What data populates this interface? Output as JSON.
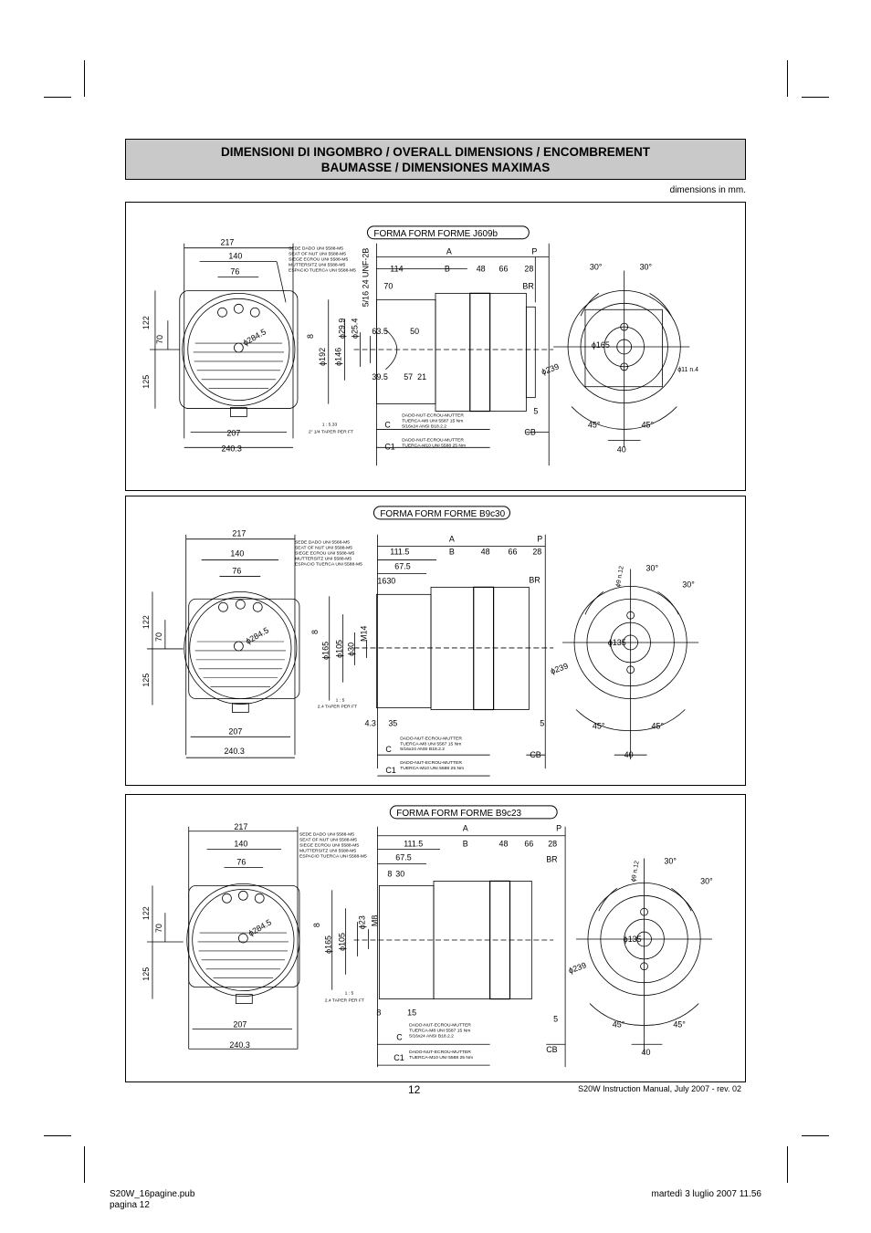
{
  "header": {
    "line1": "DIMENSIONI DI INGOMBRO / OVERALL DIMENSIONS / ENCOMBREMENT",
    "line2": "BAUMASSE / DIMENSIONES MAXIMAS"
  },
  "units_note": "dimensions in mm.",
  "panels": [
    {
      "form": "FORMA  FORM  FORME  J609b",
      "front": {
        "d217": "217",
        "d140": "140",
        "d76": "76",
        "d122": "122",
        "d70": "70",
        "d125": "125",
        "d207": "207",
        "d2403": "240.3",
        "phi2845": "ϕ284.5"
      },
      "nut_note": [
        "SEDE DADO UNI 5588-M5",
        "SEAT OF NUT UNI 5588-M5",
        "SIEGE ECROU UNI 5588-M5",
        "MUTTERSITZ UNI 5588-M5",
        "ESPACIO TUERCA UNI 5588-M5"
      ],
      "taper": [
        "1 : 5.33",
        "2\" 1/4 TAPER PER FT"
      ],
      "side_top": {
        "A": "A",
        "P": "P",
        "d114": "114",
        "B": "B",
        "d48": "48",
        "d66": "66",
        "d28": "28",
        "BR": "BR",
        "d70": "70",
        "unf": "5/16 24 UNF-2B"
      },
      "side_vert": [
        "ϕ192",
        "ϕ146",
        "ϕ29.9",
        "ϕ25.4",
        "8"
      ],
      "side_inner": [
        "63.5",
        "50",
        "39.5",
        "57",
        "21"
      ],
      "side_bottom": {
        "d5": "5",
        "C": "C",
        "CB": "CB",
        "C1": "C1",
        "nutC": [
          "DADO-NUT-ECROU-MUTTER",
          "TUERCA-M8 UNI 5587 15 Nm",
          "5/16x24 ANSI B18.2.2"
        ],
        "nutC1": [
          "DADO-NUT-ECROU-MUTTER",
          "TUERCA-M10 UNI 5588 25 Nm"
        ]
      },
      "end": {
        "a30a": "30°",
        "a30b": "30°",
        "a45a": "45°",
        "a45b": "45°",
        "phi239": "ϕ239",
        "phi165": "ϕ165",
        "holes": "ϕ11  n.4",
        "d40": "40"
      }
    },
    {
      "form": "FORMA  FORM  FORME  B9c30",
      "front": {
        "d217": "217",
        "d140": "140",
        "d76": "76",
        "d122": "122",
        "d70": "70",
        "d125": "125",
        "d207": "207",
        "d2403": "240.3",
        "phi2845": "ϕ284.5"
      },
      "nut_note": [
        "SEDE DADO UNI 5588-M5",
        "SEAT OF NUT UNI 5588-M5",
        "SIEGE ECROU UNI 5588-M5",
        "MUTTERSITZ UNI 5588-M5",
        "ESPACIO TUERCA UNI 5588-M5"
      ],
      "taper": [
        "1 : 5",
        "2.4 TAPER PER FT"
      ],
      "side_top": {
        "A": "A",
        "P": "P",
        "d1115": "111.5",
        "B": "B",
        "d48": "48",
        "d66": "66",
        "d28": "28",
        "BR": "BR",
        "d675": "67.5",
        "d16": "16",
        "d30": "30"
      },
      "side_vert": [
        "ϕ165",
        "ϕ105",
        "ϕ30",
        "M14",
        "8"
      ],
      "side_bottom": {
        "d43": "4.3",
        "d35": "35",
        "d5": "5",
        "C": "C",
        "CB": "CB",
        "C1": "C1",
        "nutC": [
          "DADO-NUT-ECROU-MUTTER",
          "TUERCA-M8 UNI 5587 15 Nm",
          "5/16x24 ANSI B18.2.2"
        ],
        "nutC1": [
          "DADO-NUT-ECROU-MUTTER",
          "TUERCA-M10 UNI 5588 25 Nm"
        ]
      },
      "end": {
        "a30a": "30°",
        "a30b": "30°",
        "a45a": "45°",
        "a45b": "45°",
        "phi239": "ϕ239",
        "phi135": "ϕ135",
        "holes": "ϕ9  n.12",
        "d40": "40"
      }
    },
    {
      "form": "FORMA  FORM  FORME  B9c23",
      "front": {
        "d217": "217",
        "d140": "140",
        "d76": "76",
        "d122": "122",
        "d70": "70",
        "d125": "125",
        "d207": "207",
        "d2403": "240.3",
        "phi2845": "ϕ284.5"
      },
      "nut_note": [
        "SEDE DADO UNI 5588-M5",
        "SEAT OF NUT UNI 5588-M5",
        "SIEGE ECROU UNI 5588-M5",
        "MUTTERSITZ UNI 5588-M5",
        "ESPACIO TUERCA UNI 5588-M5"
      ],
      "taper": [
        "1 : 5",
        "2.4 TAPER PER FT"
      ],
      "side_top": {
        "A": "A",
        "P": "P",
        "d1115": "111.5",
        "B": "B",
        "d48": "48",
        "d66": "66",
        "d28": "28",
        "BR": "BR",
        "d675": "67.5",
        "d8": "8",
        "d30": "30"
      },
      "side_vert": [
        "ϕ165",
        "ϕ105",
        "ϕ23",
        "M8",
        "8"
      ],
      "side_bottom": {
        "d8b": "8",
        "d15": "15",
        "d5": "5",
        "C": "C",
        "CB": "CB",
        "C1": "C1",
        "nutC": [
          "DADO-NUT-ECROU-MUTTER",
          "TUERCA-M8 UNI 5587 15 Nm",
          "5/16x24 ANSI B18.2.2"
        ],
        "nutC1": [
          "DADO-NUT-ECROU-MUTTER",
          "TUERCA-M10 UNI 5588 25 Nm"
        ]
      },
      "end": {
        "a30a": "30°",
        "a30b": "30°",
        "a45a": "45°",
        "a45b": "45°",
        "phi239": "ϕ239",
        "phi135": "ϕ135",
        "holes": "ϕ9  n.12",
        "d40": "40"
      }
    }
  ],
  "footer": {
    "page_number": "12",
    "manual": "S20W Instruction Manual, July 2007 - rev. 02",
    "file_line1": "S20W_16pagine.pub",
    "file_line2": "pagina 12",
    "print_date": "martedì 3 luglio 2007 11.56"
  }
}
